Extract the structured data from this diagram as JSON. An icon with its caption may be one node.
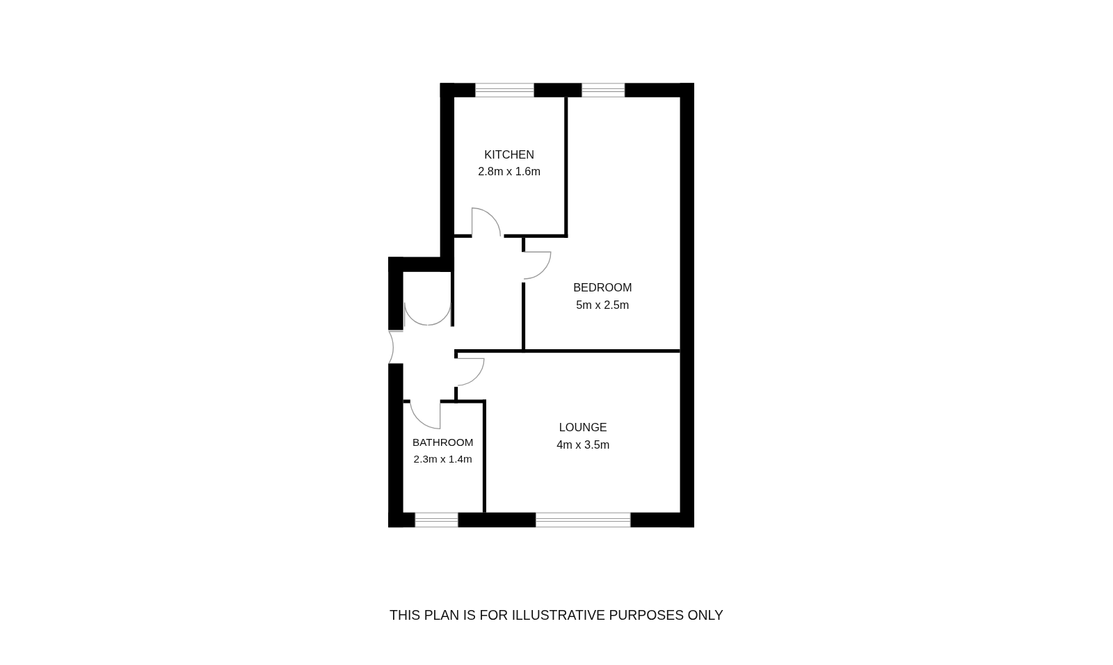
{
  "diagram": {
    "caption": "THIS PLAN IS FOR ILLUSTRATIVE PURPOSES ONLY",
    "nodes": [
      {
        "text": [
          "KITCHEN",
          "2.8m x 1.6m"
        ]
      },
      {
        "text": [
          "BEDROOM",
          "5m x 2.5m"
        ]
      },
      {
        "text": [
          "BATHROOM",
          "2.3m x 1.4m"
        ]
      },
      {
        "text": [
          "LOUNGE",
          "4m x 3.5m"
        ]
      }
    ]
  }
}
